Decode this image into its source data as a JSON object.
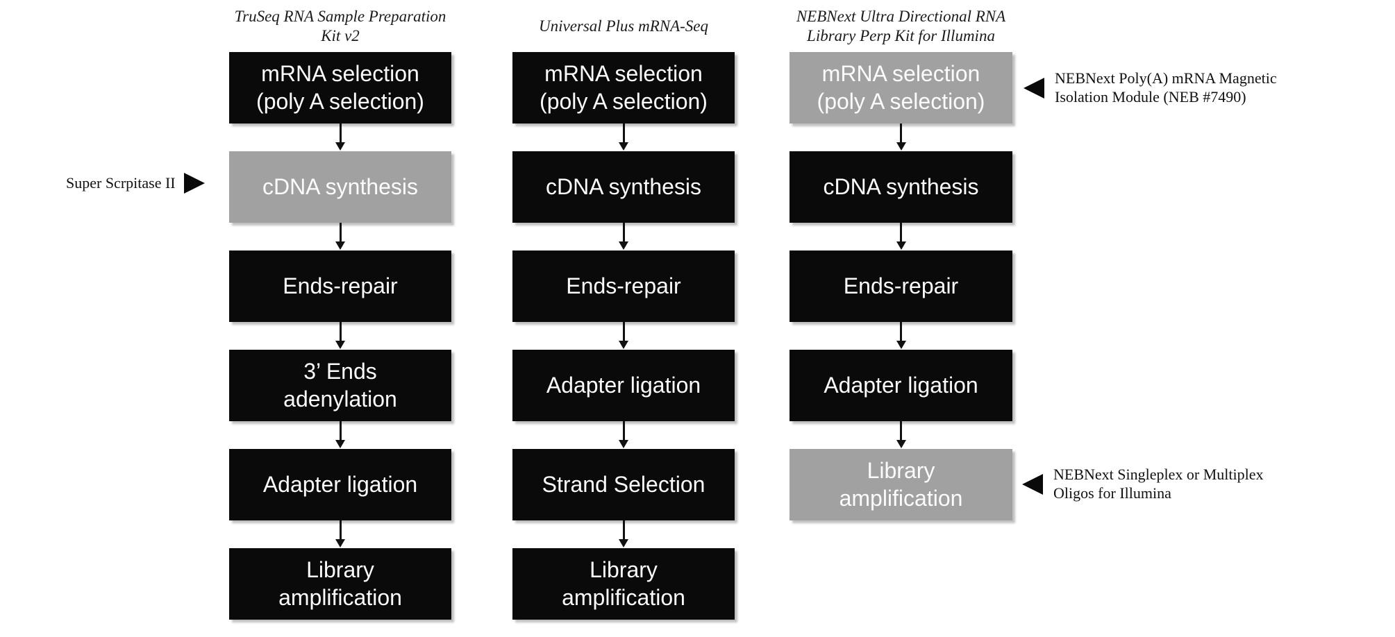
{
  "colors": {
    "background": "#ffffff",
    "box_black": "#0a0a0a",
    "box_gray": "#a1a1a1",
    "box_text": "#fbfbfb",
    "annotation_text": "#111111"
  },
  "columns": [
    {
      "title": "TruSeq RNA Sample Preparation Kit v2",
      "steps": [
        {
          "label": "mRNA selection\n(poly A selection)",
          "variant": "black"
        },
        {
          "label": "cDNA synthesis",
          "variant": "gray"
        },
        {
          "label": "Ends-repair",
          "variant": "black"
        },
        {
          "label": "3’ Ends\nadenylation",
          "variant": "black"
        },
        {
          "label": "Adapter ligation",
          "variant": "black"
        },
        {
          "label": "Library\namplification",
          "variant": "black"
        }
      ]
    },
    {
      "title": "Universal Plus mRNA-Seq",
      "steps": [
        {
          "label": "mRNA selection\n(poly A selection)",
          "variant": "black"
        },
        {
          "label": "cDNA synthesis",
          "variant": "black"
        },
        {
          "label": "Ends-repair",
          "variant": "black"
        },
        {
          "label": "Adapter ligation",
          "variant": "black"
        },
        {
          "label": "Strand Selection",
          "variant": "black"
        },
        {
          "label": "Library\namplification",
          "variant": "black"
        }
      ]
    },
    {
      "title": "NEBNext Ultra Directional RNA\nLibrary Perp Kit for Illumina",
      "steps": [
        {
          "label": "mRNA selection\n(poly A selection)",
          "variant": "gray"
        },
        {
          "label": "cDNA synthesis",
          "variant": "black"
        },
        {
          "label": "Ends-repair",
          "variant": "black"
        },
        {
          "label": "Adapter ligation",
          "variant": "black"
        },
        {
          "label": "Library\namplification",
          "variant": "gray"
        }
      ]
    }
  ],
  "annotations": [
    {
      "text": "Super Scrpitase II",
      "pointer": "right"
    },
    {
      "text": "NEBNext Poly(A) mRNA Magnetic\nIsolation Module (NEB #7490)",
      "pointer": "left"
    },
    {
      "text": "NEBNext Singleplex or Multiplex\nOligos for Illumina",
      "pointer": "left"
    }
  ]
}
